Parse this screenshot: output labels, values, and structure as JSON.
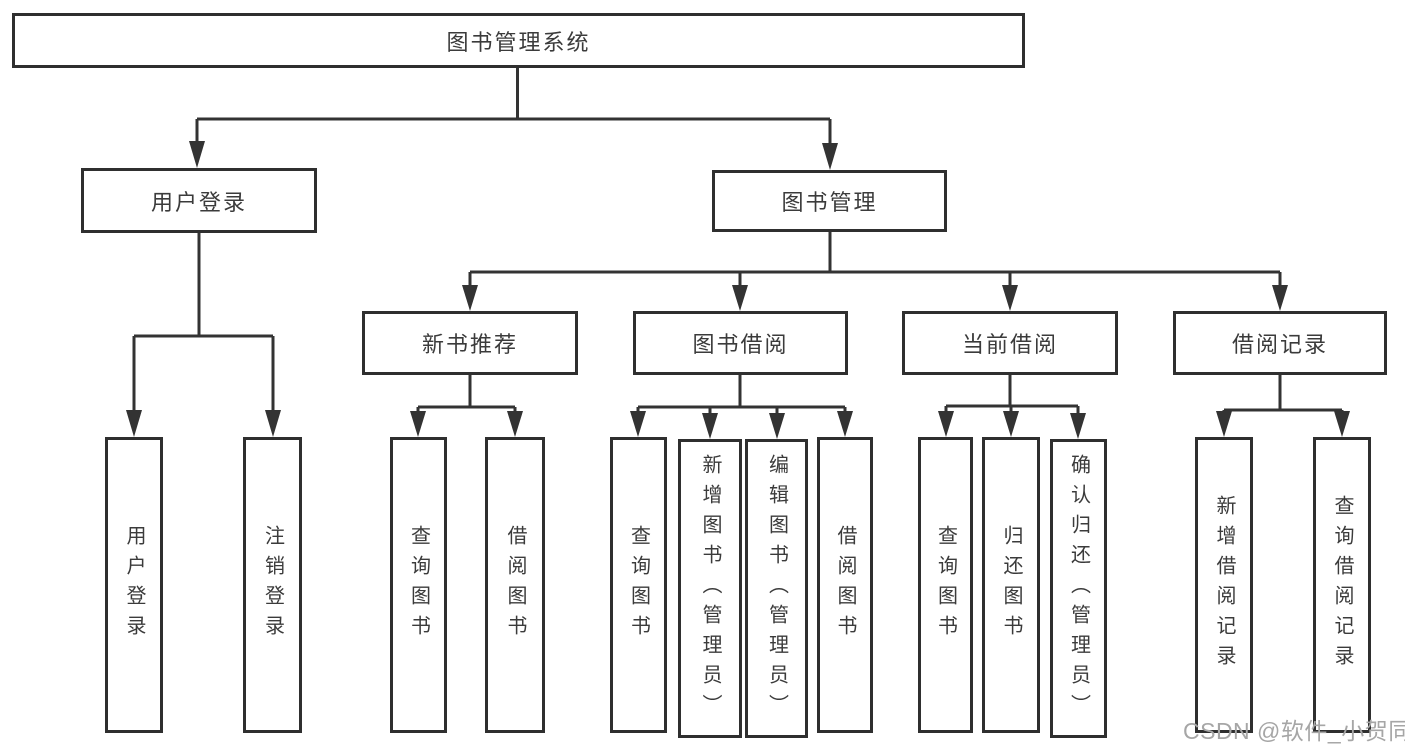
{
  "colors": {
    "line": "#333333",
    "box_border": "#2f2f2f",
    "text": "#3b3b3b",
    "watermark": "#a6a6a6"
  },
  "tree": {
    "label": "图书管理系统",
    "children": [
      {
        "label": "用户登录",
        "children": [
          {
            "label": "用户登录"
          },
          {
            "label": "注销登录"
          }
        ]
      },
      {
        "label": "图书管理",
        "children": [
          {
            "label": "新书推荐",
            "children": [
              {
                "label": "查询图书"
              },
              {
                "label": "借阅图书"
              }
            ]
          },
          {
            "label": "图书借阅",
            "children": [
              {
                "label": "查询图书"
              },
              {
                "label": "新增图书（管理员）"
              },
              {
                "label": "编辑图书（管理员）"
              },
              {
                "label": "借阅图书"
              }
            ]
          },
          {
            "label": "当前借阅",
            "children": [
              {
                "label": "查询图书"
              },
              {
                "label": "归还图书"
              },
              {
                "label": "确认归还（管理员）"
              }
            ]
          },
          {
            "label": "借阅记录",
            "children": [
              {
                "label": "新增借阅记录"
              },
              {
                "label": "查询借阅记录"
              }
            ]
          }
        ]
      }
    ]
  },
  "watermark": {
    "text": "CSDN @软件_小贺同学"
  }
}
